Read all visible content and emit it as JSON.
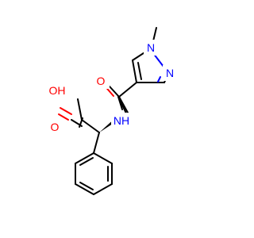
{
  "molecule": {
    "atoms": {
      "oh": "OH",
      "o_acid": "O",
      "n_amide": "NH",
      "o_amide": "O",
      "n1_pyrazole": "N",
      "n2_pyrazole": "N"
    }
  },
  "colors": {
    "bond": "#000000",
    "oxygen": "#ff0000",
    "nitrogen": "#0000ff",
    "background": "#ffffff"
  }
}
